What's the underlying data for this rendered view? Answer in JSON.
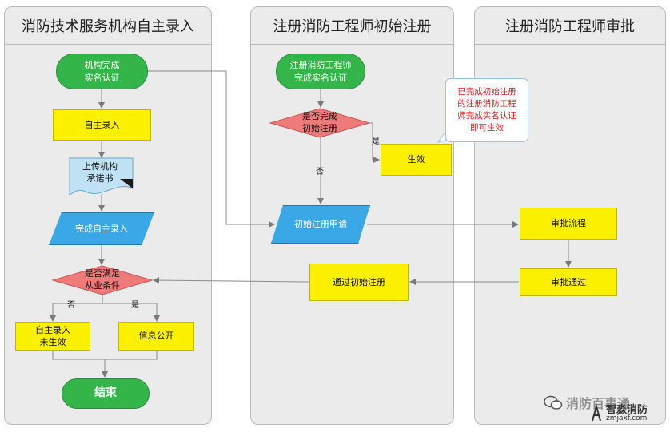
{
  "lanes": [
    {
      "title": "消防技术服务机构自主录入"
    },
    {
      "title": "注册消防工程师初始注册"
    },
    {
      "title": "注册消防工程师审批"
    }
  ],
  "nodes": {
    "org_verify": [
      "机构完成",
      "实名认证"
    ],
    "self_entry": "自主录入",
    "upload_doc": [
      "上传机构",
      "承诺书"
    ],
    "complete_entry": "完成自主录入",
    "meet_cond": [
      "是否满足",
      "从业条件"
    ],
    "not_effective": [
      "自主录入",
      "未生效"
    ],
    "info_public": "信息公开",
    "end": "结束",
    "eng_verify": [
      "注册消防工程师",
      "完成实名认证"
    ],
    "init_done": [
      "是否完成",
      "初始注册"
    ],
    "effective": "生效",
    "init_apply": "初始注册申请",
    "pass_init": "通过初始注册",
    "approve_flow": "审批流程",
    "approve_pass": "审批通过"
  },
  "edge_labels": {
    "yes": "是",
    "no": "否"
  },
  "callout": [
    "已完成初始注册",
    "的注册消防工程",
    "师完成实名认证",
    "即可生效"
  ],
  "watermark": {
    "account": "消防百事通",
    "brand": "智淼消防",
    "site": "zmjaxf.com"
  },
  "colors": {
    "start_end": "#33b54a",
    "process": "#fbf000",
    "io": "#3aa8e6",
    "decision": "#ef7a7a",
    "document": "#bfe3f5",
    "callout_text": "#e01818"
  }
}
